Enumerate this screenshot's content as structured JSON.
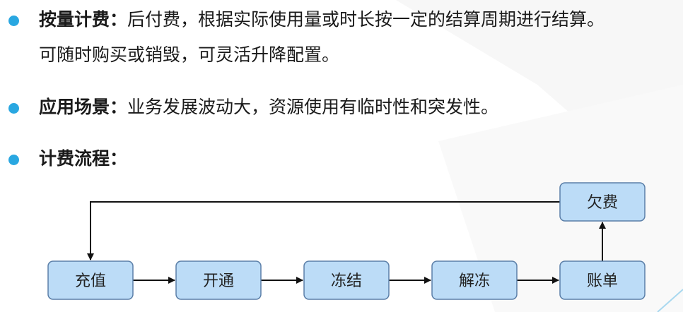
{
  "bullets": [
    {
      "label": "按量计费",
      "colon": "：",
      "lines": [
        "后付费，根据实际使用量或时长按一定的结算周期进行结算。",
        "可随时购买或销毁，可灵活升降配置。"
      ]
    },
    {
      "label": "应用场景",
      "colon": "：",
      "lines": [
        "业务发展波动大，资源使用有临时性和突发性。"
      ]
    },
    {
      "label": "计费流程",
      "colon": "：",
      "lines": []
    }
  ],
  "flow": {
    "nodes": [
      {
        "id": "recharge",
        "label": "充值"
      },
      {
        "id": "activate",
        "label": "开通"
      },
      {
        "id": "freeze",
        "label": "冻结"
      },
      {
        "id": "unfreeze",
        "label": "解冻"
      },
      {
        "id": "bill",
        "label": "账单"
      },
      {
        "id": "arrears",
        "label": "欠费"
      }
    ],
    "edges": [
      {
        "from": "recharge",
        "to": "activate"
      },
      {
        "from": "activate",
        "to": "freeze"
      },
      {
        "from": "freeze",
        "to": "unfreeze"
      },
      {
        "from": "unfreeze",
        "to": "bill"
      },
      {
        "from": "bill",
        "to": "arrears"
      },
      {
        "from": "arrears",
        "to": "recharge"
      }
    ]
  },
  "colors": {
    "bullet": "#29a7e1",
    "node_fill": "#bcdcf7",
    "node_stroke": "#5b7fa8",
    "edge": "#111111"
  }
}
